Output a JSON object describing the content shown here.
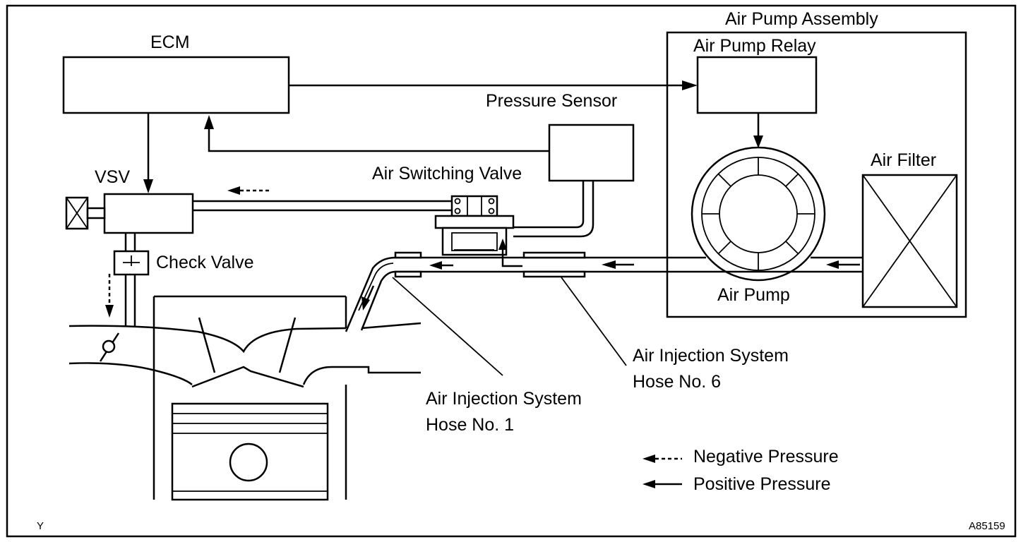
{
  "labels": {
    "ecm": "ECM",
    "air_pump_assembly": "Air Pump Assembly",
    "air_pump_relay": "Air Pump Relay",
    "pressure_sensor": "Pressure Sensor",
    "air_filter": "Air Filter",
    "vsv": "VSV",
    "air_switching_valve": "Air Switching Valve",
    "check_valve": "Check Valve",
    "air_pump": "Air Pump",
    "hose_no6_line1": "Air Injection System",
    "hose_no6_line2": "Hose No. 6",
    "hose_no1_line1": "Air Injection System",
    "hose_no1_line2": "Hose No. 1"
  },
  "legend": {
    "negative": "Negative Pressure",
    "positive": "Positive Pressure"
  },
  "corner": {
    "left": "Y",
    "right": "A85159"
  }
}
